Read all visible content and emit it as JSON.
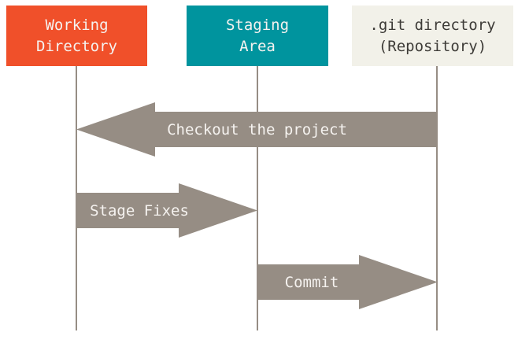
{
  "colors": {
    "working_directory_box": "#f0502a",
    "staging_area_box": "#00949e",
    "git_directory_box": "#f2f1e9",
    "box_text_light": "#f5f2ef",
    "box_text_dark": "#3d3b37",
    "arrow": "#968d84",
    "lifeline": "#968d84",
    "arrow_text": "#f5f2ef",
    "background": "#ffffff"
  },
  "columns": [
    {
      "id": "working-directory",
      "label": "Working\nDirectory"
    },
    {
      "id": "staging-area",
      "label": "Staging\nArea"
    },
    {
      "id": "git-directory",
      "label": ".git directory\n(Repository)"
    }
  ],
  "arrows": [
    {
      "label": "Checkout the project",
      "direction": "left",
      "from": "git-directory",
      "to": "working-directory"
    },
    {
      "label": "Stage Fixes",
      "direction": "right",
      "from": "working-directory",
      "to": "staging-area"
    },
    {
      "label": "Commit",
      "direction": "right",
      "from": "staging-area",
      "to": "git-directory"
    }
  ]
}
